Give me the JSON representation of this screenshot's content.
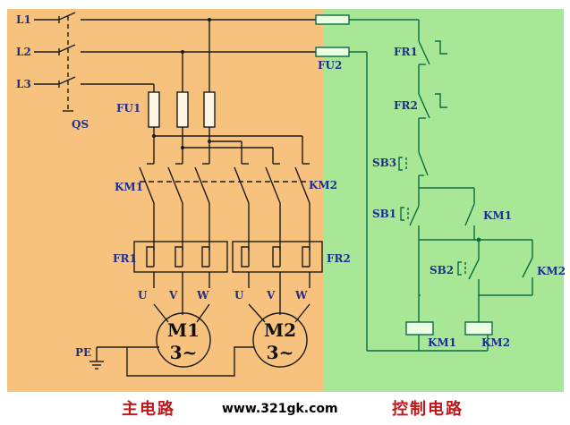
{
  "colors": {
    "main_bg": "#f6c27d",
    "control_bg": "#a8e796",
    "wire": "#1b1b1b",
    "control_wire": "#0c6b44",
    "label": "#1f2f8f",
    "caption": "#c0181d"
  },
  "labels": {
    "l1": "L1",
    "l2": "L2",
    "l3": "L3",
    "qs": "QS",
    "fu1": "FU1",
    "fu2": "FU2",
    "km1_main": "KM1",
    "km2_main": "KM2",
    "fr1_main": "FR1",
    "fr2_main": "FR2",
    "u1": "U",
    "v1": "V",
    "w1": "W",
    "u2": "U",
    "v2": "V",
    "w2": "W",
    "pe": "PE",
    "m1_name": "M1",
    "m1_phase": "3~",
    "m2_name": "M2",
    "m2_phase": "3~",
    "fr1_ctrl": "FR1",
    "fr2_ctrl": "FR2",
    "sb3": "SB3",
    "sb1": "SB1",
    "sb2": "SB2",
    "km1_aux": "KM1",
    "km2_aux": "KM2",
    "km1_coil": "KM1",
    "km2_coil": "KM2"
  },
  "captions": {
    "main_circuit": "主电路",
    "website": "www.321gk.com",
    "control_circuit": "控制电路"
  }
}
